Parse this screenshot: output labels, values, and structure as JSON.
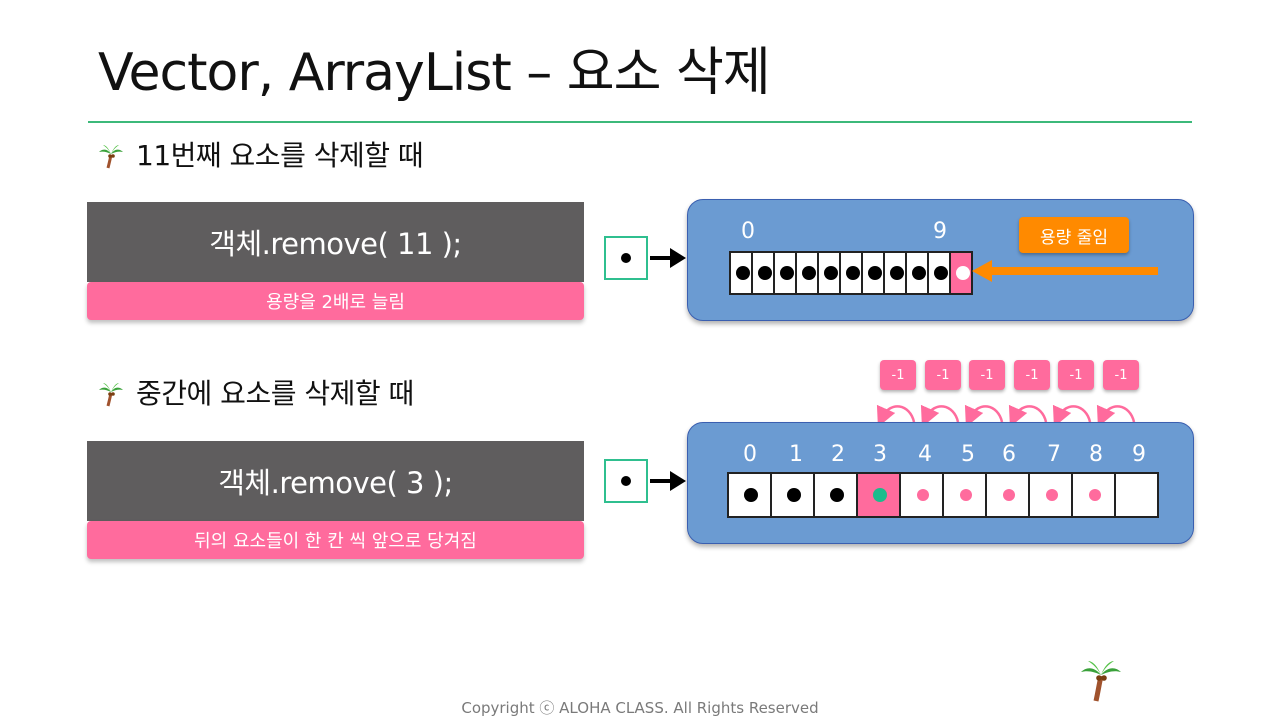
{
  "title": "Vector, ArrayList – 요소 삭제",
  "sections": [
    {
      "heading": "11번째 요소를 삭제할 때",
      "code": "객체.remove( 11 );",
      "note": "용량을 2배로 늘림",
      "diagram": {
        "index_labels": [
          "0",
          "9"
        ],
        "cell_count": 11,
        "filled_count": 10,
        "removed_index": 10,
        "badge_label": "용량 줄임"
      }
    },
    {
      "heading": "중간에 요소를 삭제할 때",
      "code": "객체.remove( 3 );",
      "note": "뒤의 요소들이 한 칸 씩 앞으로 당겨짐",
      "diagram": {
        "index_labels": [
          "0",
          "1",
          "2",
          "3",
          "4",
          "5",
          "6",
          "7",
          "8",
          "9"
        ],
        "cell_count": 10,
        "removed_index": 3,
        "shift_labels": [
          "-1",
          "-1",
          "-1",
          "-1",
          "-1",
          "-1"
        ]
      }
    }
  ],
  "copyright": "Copyright ⓒ ALOHA CLASS. All Rights Reserved",
  "colors": {
    "accent_green": "#3cb97a",
    "pink": "#ff6b9d",
    "orange": "#ff8a00",
    "panel_blue": "#6b9bd2",
    "code_gray": "#5f5d5e",
    "teal": "#1abc8c"
  },
  "icons": {
    "bullet": "palm-tree-icon",
    "corner": "palm-tree-icon"
  }
}
